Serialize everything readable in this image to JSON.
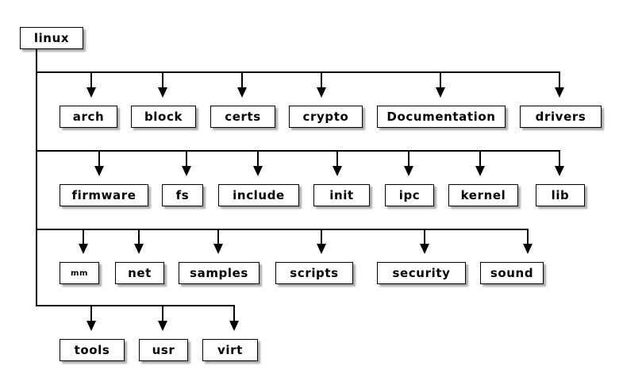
{
  "colors": {
    "background": "#ffffff",
    "line": "#000000",
    "box_fill": "#ffffff",
    "box_shadow": "#aaaaaa",
    "text": "#000000"
  },
  "tree": {
    "root": {
      "label": "linux"
    },
    "rows": [
      {
        "items": [
          {
            "label": "arch"
          },
          {
            "label": "block"
          },
          {
            "label": "certs"
          },
          {
            "label": "crypto"
          },
          {
            "label": "Documentation"
          },
          {
            "label": "drivers"
          }
        ]
      },
      {
        "items": [
          {
            "label": "firmware"
          },
          {
            "label": "fs"
          },
          {
            "label": "include"
          },
          {
            "label": "init"
          },
          {
            "label": "ipc"
          },
          {
            "label": "kernel"
          },
          {
            "label": "lib"
          }
        ]
      },
      {
        "items": [
          {
            "label": "mm"
          },
          {
            "label": "net"
          },
          {
            "label": "samples"
          },
          {
            "label": "scripts"
          },
          {
            "label": "security"
          },
          {
            "label": "sound"
          }
        ]
      },
      {
        "items": [
          {
            "label": "tools"
          },
          {
            "label": "usr"
          },
          {
            "label": "virt"
          }
        ]
      }
    ]
  }
}
